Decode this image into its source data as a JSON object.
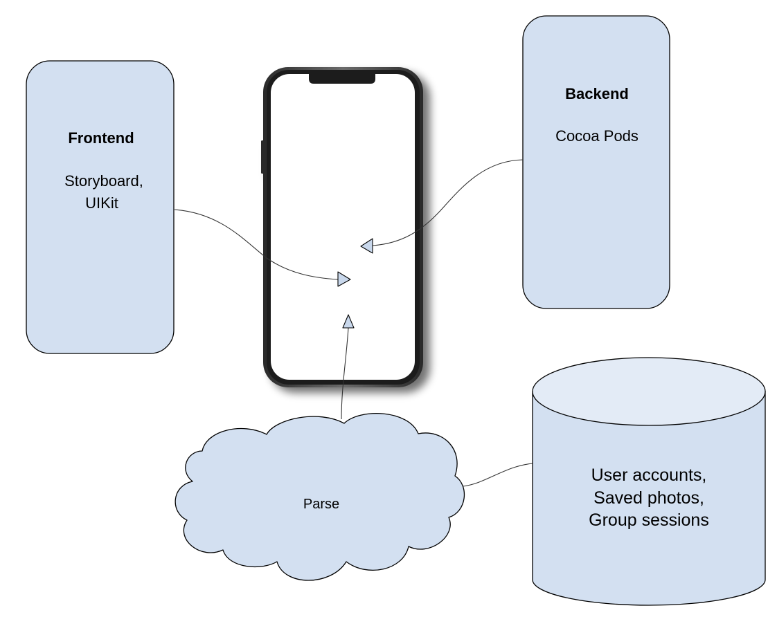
{
  "frontend": {
    "title": "Frontend",
    "line1": "Storyboard,",
    "line2": "UIKit"
  },
  "backend": {
    "title": "Backend",
    "line1": "Cocoa Pods"
  },
  "database": {
    "line1": "User accounts,",
    "line2": "Saved photos,",
    "line3": "Group sessions"
  },
  "cloud": {
    "label": "Parse"
  },
  "colors": {
    "box_fill": "#d3e0f1",
    "db_top_fill": "#e3ebf6",
    "stroke": "#000000",
    "phone_frame": "#3a3a3a"
  },
  "icons": {
    "phone": "smartphone-icon",
    "database": "database-cylinder-icon",
    "cloud": "cloud-shape-icon"
  }
}
